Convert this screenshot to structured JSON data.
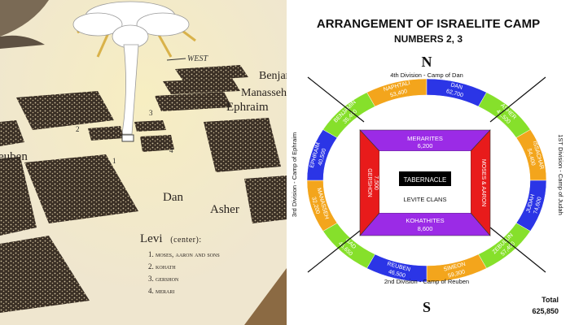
{
  "illustration": {
    "direction_label": "WEST",
    "numbers": [
      "1",
      "2",
      "3",
      "4"
    ],
    "tribe_labels": [
      "Benjam",
      "Manasseh",
      "Ephraim",
      "euben",
      "Dan",
      "Asher"
    ],
    "legend": {
      "title": "Levi",
      "subtitle": "(center):",
      "items": [
        "1. moses, aaron and sons",
        "2. kohath",
        "3. gershon",
        "4. merari"
      ]
    }
  },
  "diagram": {
    "title": "ARRANGEMENT OF ISRAELITE CAMP",
    "subtitle": "NUMBERS 2, 3",
    "compass": {
      "north": "N",
      "south": "S"
    },
    "divisions": {
      "north": "4th Division - Camp of Dan",
      "east": "1ST Division - Camp of Judah",
      "south": "2nd Division - Camp of Reuben",
      "west": "3rd Division - Camp of Ephraim"
    },
    "tribes": [
      {
        "name": "NAPHTALI",
        "count": "53,400",
        "color": "#f3a51c"
      },
      {
        "name": "DAN",
        "count": "62,700",
        "color": "#2b35e6"
      },
      {
        "name": "ASHER",
        "count": "41,500",
        "color": "#86e02b"
      },
      {
        "name": "ISSACHAR",
        "count": "54,400",
        "color": "#f3a51c"
      },
      {
        "name": "JUDAH",
        "count": "74,600",
        "color": "#2b35e6"
      },
      {
        "name": "ZEBULUN",
        "count": "57,400",
        "color": "#86e02b"
      },
      {
        "name": "SIMEON",
        "count": "59,300",
        "color": "#f3a51c"
      },
      {
        "name": "REUBEN",
        "count": "46,500",
        "color": "#2b35e6"
      },
      {
        "name": "GAD",
        "count": "45,650",
        "color": "#86e02b"
      },
      {
        "name": "MANASSEH",
        "count": "32,200",
        "color": "#f3a51c"
      },
      {
        "name": "EPHRAIM",
        "count": "40,500",
        "color": "#2b35e6"
      },
      {
        "name": "BENJAMIN",
        "count": "35,400",
        "color": "#86e02b"
      }
    ],
    "levites": {
      "north": {
        "name": "MERARITES",
        "count": "6,200",
        "color": "#9b2be6"
      },
      "south": {
        "name": "KOHATHITES",
        "count": "8,600",
        "color": "#9b2be6"
      },
      "west": {
        "name": "GERSHON",
        "count": "7,500",
        "color": "#e81b1b"
      },
      "east": {
        "name": "MOSES & AARON",
        "color": "#e81b1b"
      }
    },
    "tabernacle_label": "TABERNACLE",
    "levite_clans_label": "LEVITE CLANS",
    "total_label": "Total",
    "total_value": "625,850"
  }
}
